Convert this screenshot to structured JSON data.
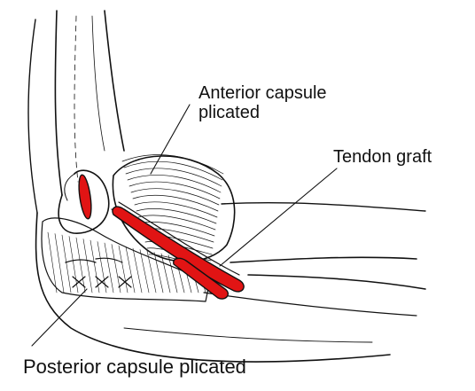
{
  "labels": {
    "anterior_line1": "Anterior capsule",
    "anterior_line2": "plicated",
    "tendon": "Tendon graft",
    "posterior": "Posterior capsule plicated"
  },
  "colors": {
    "graft_fill": "#e11414",
    "ink": "#111111",
    "background": "#ffffff"
  }
}
